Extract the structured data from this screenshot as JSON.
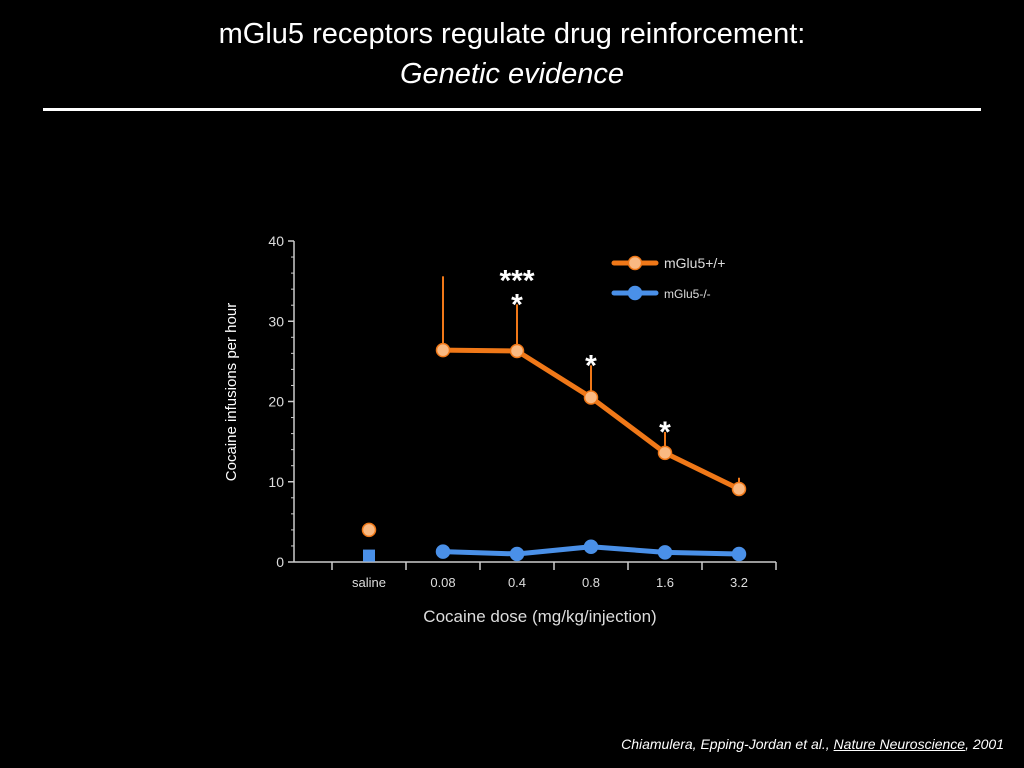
{
  "slide": {
    "title": "mGlu5 receptors regulate drug reinforcement:",
    "subtitle": "Genetic evidence"
  },
  "citation": {
    "authors": "Chiamulera, Epping-Jordan et al., ",
    "journal": "Nature Neuroscience",
    "year": ", 2001"
  },
  "chart_data": {
    "type": "line",
    "title": "",
    "xlabel": "Cocaine dose (mg/kg/injection)",
    "ylabel": "Cocaine infusions per hour",
    "categories": [
      "saline",
      "0.08",
      "0.4",
      "0.8",
      "1.6",
      "3.2"
    ],
    "ylim": [
      0,
      40
    ],
    "yticks": [
      0,
      10,
      20,
      30,
      40
    ],
    "grid": false,
    "legend_position": "top-right",
    "series": [
      {
        "name": "mGlu5+/+",
        "color": "#f07818",
        "marker_color": "#f9b982",
        "saline_value": 4.0,
        "saline_error": 0.8,
        "values": [
          null,
          26.4,
          26.3,
          20.5,
          13.6,
          9.1
        ],
        "errors": [
          null,
          9.2,
          5.8,
          4.0,
          2.6,
          1.4
        ]
      },
      {
        "name": "mGlu5-/-",
        "color": "#4a90e8",
        "marker_color": "#4a90e8",
        "saline_value": 0.8,
        "saline_error": 0,
        "values": [
          null,
          1.3,
          1.0,
          1.9,
          1.2,
          1.0
        ],
        "errors": [
          null,
          0.3,
          0.3,
          0.4,
          0.3,
          0.3
        ]
      }
    ],
    "annotations": [
      {
        "category": "0.4",
        "text": "***",
        "row": 1
      },
      {
        "category": "0.4",
        "text": "*",
        "row": 0
      },
      {
        "category": "0.8",
        "text": "*",
        "row": 0
      },
      {
        "category": "1.6",
        "text": "*",
        "row": 0
      }
    ]
  }
}
